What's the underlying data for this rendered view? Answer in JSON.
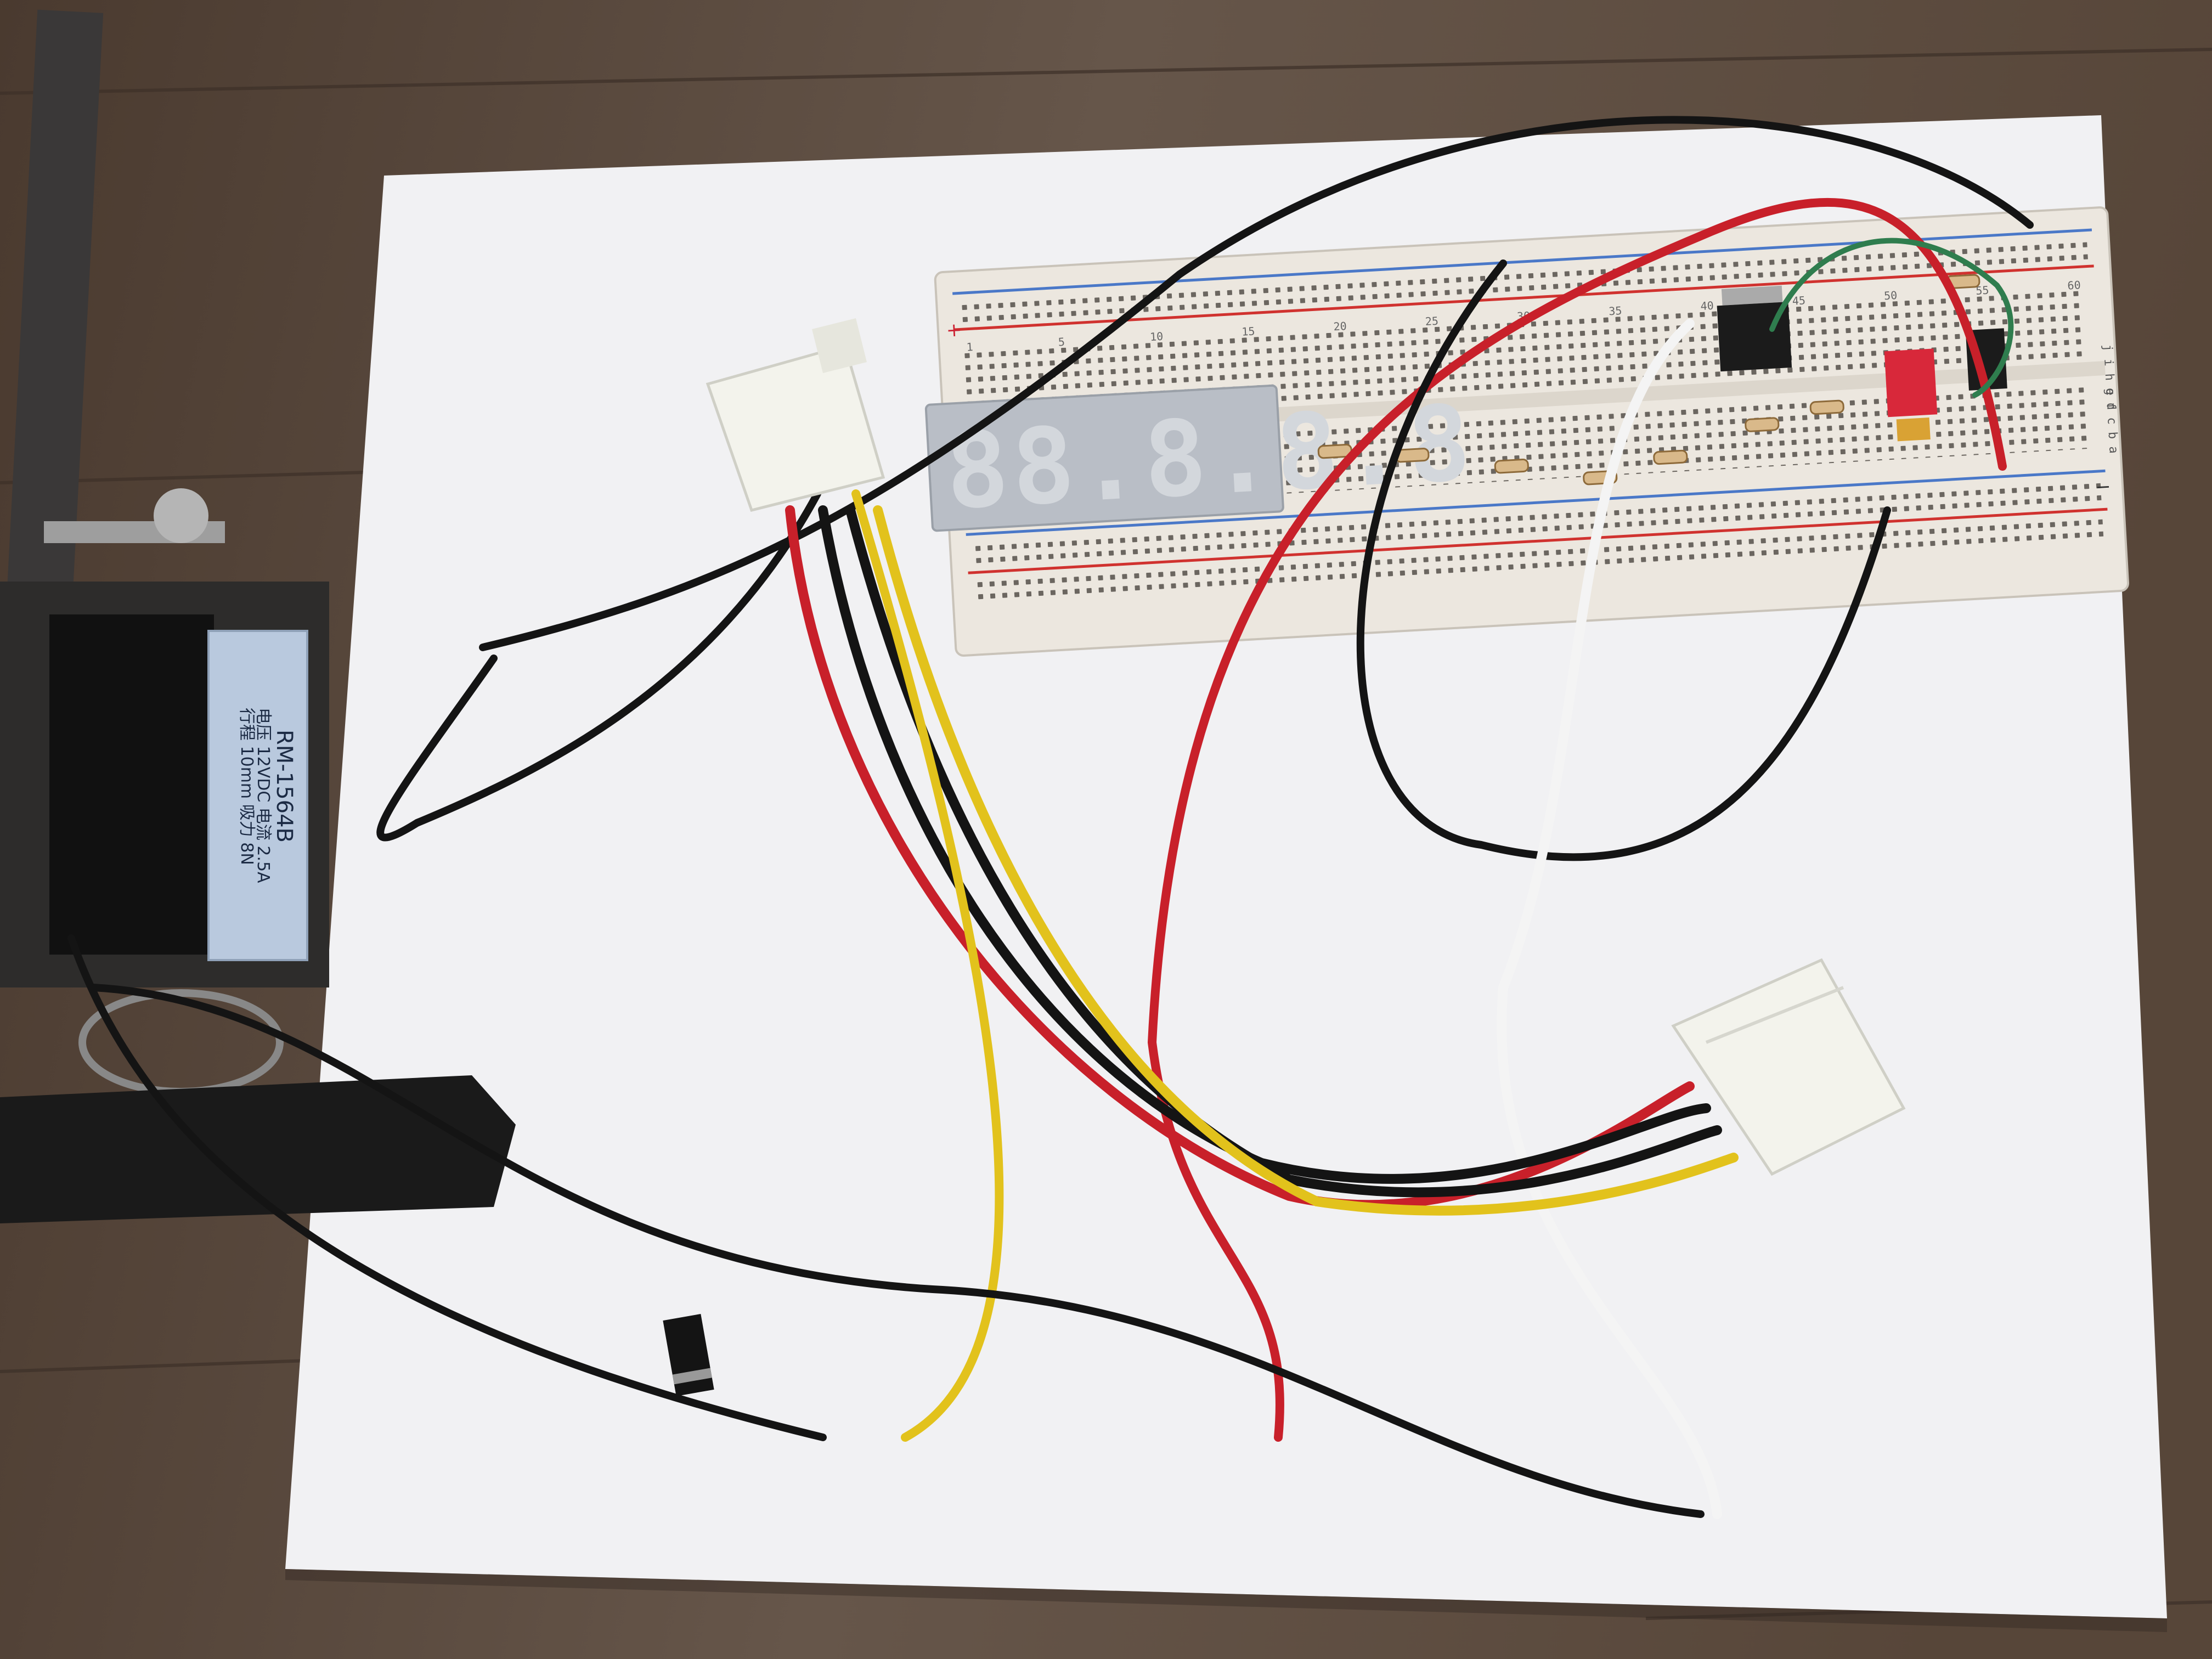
{
  "solenoid": {
    "label_line1": "电压 12VDC  电流 2.5A",
    "label_line2": "行程 10mm  吸力 8N",
    "model": "RM-1564B"
  },
  "breadboard": {
    "row_letters_top": "j i h g f",
    "row_letters_bottom": "e d c b a",
    "column_numbers": [
      "1",
      "5",
      "10",
      "15",
      "20",
      "25",
      "30",
      "35",
      "40",
      "45",
      "50",
      "55",
      "60"
    ],
    "rail_plus": "+",
    "rail_minus": "−"
  },
  "display": {
    "digits": "88.8.8.8"
  },
  "palette": {
    "wood": "#5c4a3c",
    "paper": "#f1f1f3",
    "breadboard": "#ece7df",
    "wire_red": "#c8202a",
    "wire_black": "#141414",
    "wire_yellow": "#e2c21c",
    "wire_white": "#f4f4f4",
    "wire_green": "#2f7d4e",
    "connector": "#f3f3ec",
    "display_body": "#b9bec6"
  }
}
